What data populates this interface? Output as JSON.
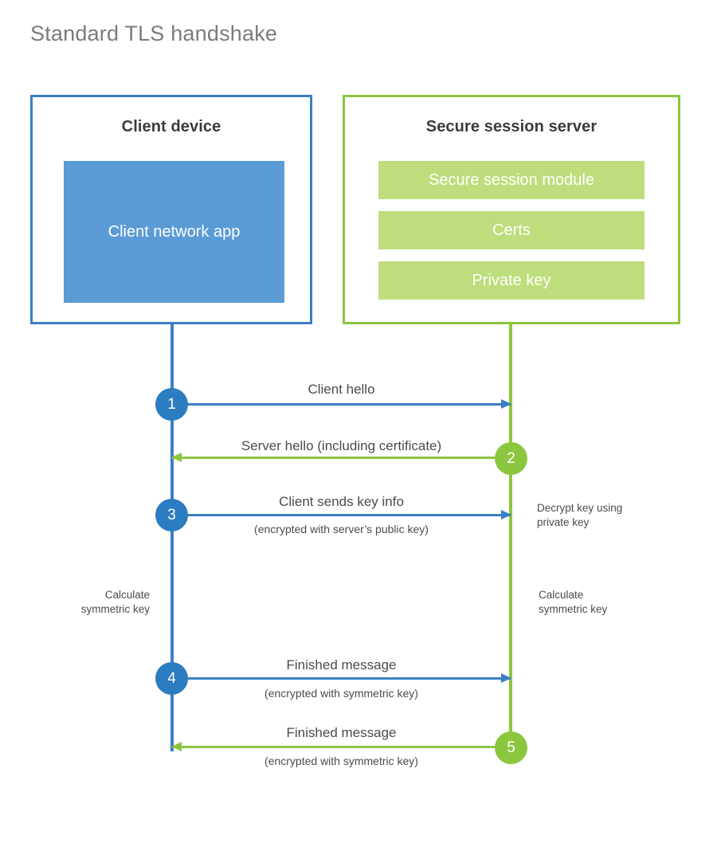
{
  "title": "Standard TLS handshake",
  "colors": {
    "client_border": "#3b7fc4",
    "client_fill": "#5b9bd5",
    "client_step": "#2b7cc0",
    "server_border": "#8cc63e",
    "server_fill": "#bedd7c",
    "server_step": "#8cc63e",
    "text": "#4b4b4b",
    "title_text": "#7b7b7b",
    "heading_text": "#3b3b3b",
    "background": "#ffffff"
  },
  "client": {
    "heading": "Client device",
    "app_label": "Client network app"
  },
  "server": {
    "heading": "Secure session server",
    "blocks": [
      {
        "label": "Secure session module"
      },
      {
        "label": "Certs"
      },
      {
        "label": "Private key"
      }
    ]
  },
  "steps": [
    {
      "number": "1",
      "actor": "client",
      "direction": "client-to-server",
      "label": "Client hello",
      "sublabel": ""
    },
    {
      "number": "2",
      "actor": "server",
      "direction": "server-to-client",
      "label": "Server hello (including certificate)",
      "sublabel": ""
    },
    {
      "number": "3",
      "actor": "client",
      "direction": "client-to-server",
      "label": "Client sends key info",
      "sublabel": "(encrypted with server’s public key)"
    },
    {
      "number": "4",
      "actor": "client",
      "direction": "client-to-server",
      "label": "Finished message",
      "sublabel": "(encrypted with symmetric key)"
    },
    {
      "number": "5",
      "actor": "server",
      "direction": "server-to-client",
      "label": "Finished message",
      "sublabel": "(encrypted with symmetric key)"
    }
  ],
  "notes": {
    "server_decrypt": "Decrypt key using\nprivate key",
    "client_calculate": "Calculate\nsymmetric key",
    "server_calculate": "Calculate\nsymmetric key"
  }
}
